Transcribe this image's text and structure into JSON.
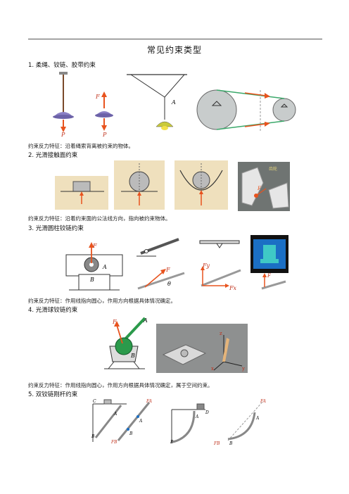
{
  "title": "常见约束类型",
  "sections": [
    {
      "heading": "1. 柔绳、铰链、胶带约束",
      "note": "约束反力特征：沿着绳索背离被约束的物体。"
    },
    {
      "heading": "2. 光滑接触面约束",
      "note": "约束反力特征：沿着约束面的公法线方向，指向被约束物体。"
    },
    {
      "heading": "3. 光滑圆柱铰链约束",
      "note": "约束反力特征：作用线指向圆心，作用方向根据具体情况确定。"
    },
    {
      "heading": "4. 光滑球铰链约束",
      "note": "约束反力特征：作用线指向圆心，作用方向根据具体情况确定，属于空间约束。"
    },
    {
      "heading": "5. 双铰链刚杆约束",
      "note": ""
    }
  ],
  "labels": {
    "P": "P",
    "F": "F",
    "A": "A",
    "B": "B",
    "C": "C",
    "D": "D",
    "theta": "θ",
    "Fy": "Fy",
    "Fx": "Fx",
    "FA": "FA",
    "FB": "FB",
    "x": "x",
    "y": "y",
    "z": "z",
    "gear_label": "齿轮"
  },
  "colors": {
    "force": "#e8531e",
    "lamp": "#8a7fc4",
    "panel": "#efe0bd",
    "pulley": "#c8cccc",
    "belt": "#3aa86a",
    "rod": "#2b9a4b",
    "teal": "#3fc9c6"
  }
}
